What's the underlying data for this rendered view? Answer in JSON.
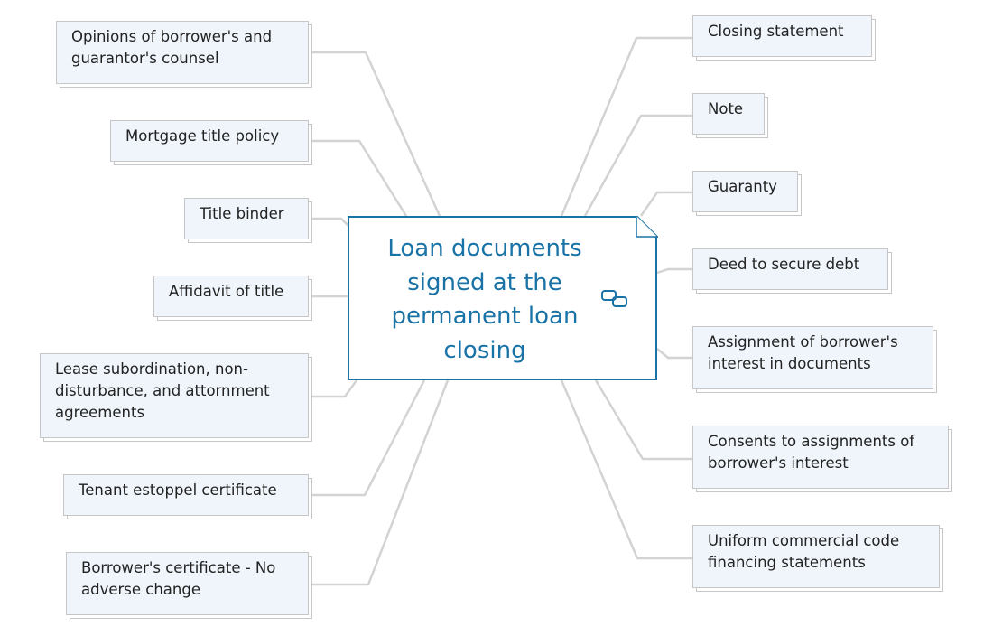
{
  "central_topic": {
    "lines": [
      "Loan documents",
      "signed at the",
      "permanent loan",
      "closing"
    ]
  },
  "left_topics": [
    {
      "lines": [
        "Opinions of borrower's and",
        "guarantor's counsel"
      ]
    },
    {
      "lines": [
        "Mortgage title policy"
      ]
    },
    {
      "lines": [
        "Title binder"
      ]
    },
    {
      "lines": [
        "Affidavit of title"
      ]
    },
    {
      "lines": [
        "Lease subordination, non-",
        "disturbance, and attornment",
        "agreements"
      ]
    },
    {
      "lines": [
        "Tenant estoppel certificate"
      ]
    },
    {
      "lines": [
        "Borrower's certificate - No",
        "adverse change"
      ]
    }
  ],
  "right_topics": [
    {
      "lines": [
        "Closing statement"
      ]
    },
    {
      "lines": [
        "Note"
      ]
    },
    {
      "lines": [
        "Guaranty"
      ]
    },
    {
      "lines": [
        "Deed to secure debt"
      ]
    },
    {
      "lines": [
        "Assignment of borrower's",
        "interest in documents"
      ]
    },
    {
      "lines": [
        "Consents to assignments of",
        "borrower's interest"
      ]
    },
    {
      "lines": [
        "Uniform commercial code",
        "financing statements"
      ]
    }
  ],
  "colors": {
    "central_border": "#1a73a6",
    "central_text": "#1a73a6",
    "topic_fill": "#eff5fb",
    "topic_border": "#c6c6c6",
    "connector": "#d3d3d3"
  },
  "icons": {
    "central_link": "link-icon"
  }
}
